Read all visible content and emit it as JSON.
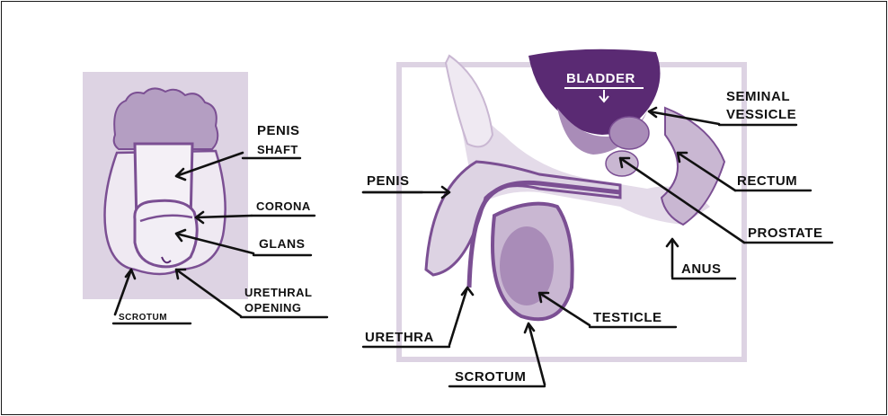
{
  "left_diagram": {
    "labels": {
      "penis_shaft_line1": "PENIS",
      "penis_shaft_line2": "SHAFT",
      "corona": "CORONA",
      "glans": "GLANS",
      "urethral_opening_line1": "URETHRAL",
      "urethral_opening_line2": "OPENING",
      "scrotum": "SCROTUM"
    }
  },
  "right_diagram": {
    "labels": {
      "bladder": "BLADDER",
      "seminal_vesicle_line1": "SEMINAL",
      "seminal_vesicle_line2": "VESSICLE",
      "rectum": "RECTUM",
      "prostate": "PROSTATE",
      "anus": "ANUS",
      "penis": "PENIS",
      "testicle": "TESTICLE",
      "urethra": "URETHRA",
      "scrotum": "SCROTUM"
    }
  },
  "colors": {
    "background_panel": "#ddd3e3",
    "light_purple": "#c9b7d2",
    "mid_purple": "#a98cb8",
    "dark_purple": "#7b4f93",
    "deep_purple": "#5a2a73",
    "ink": "#111111"
  }
}
